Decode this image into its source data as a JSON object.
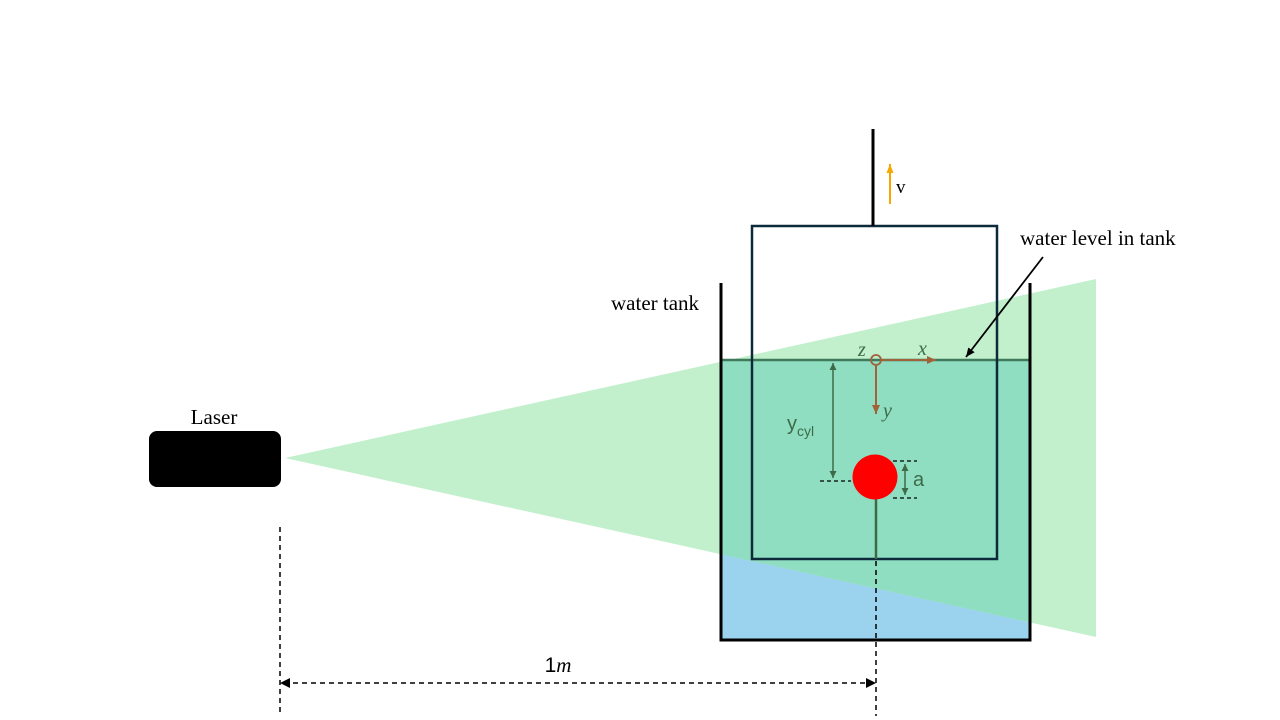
{
  "labels": {
    "laser": "Laser",
    "water_tank": "water tank",
    "water_level": "water level in tank",
    "velocity": "v",
    "axis_x": "x",
    "axis_y": "y",
    "axis_z": "z",
    "y_cyl_main": "y",
    "y_cyl_sub": "cyl",
    "radius": "a",
    "distance_num": "1",
    "distance_unit": "m"
  },
  "colors": {
    "laser_body": "#000000",
    "laser_sheet": "#c2f0cc",
    "water": "#9bd3ee",
    "overlap": "#90dec2",
    "cylinder": "#ff0000",
    "tank_wall": "#000000",
    "frame": "#0d2a3a",
    "water_surface": "#3f7a5a",
    "dimension": "#3d6b47",
    "axes": "#a0623a",
    "velocity_arrow": "#f5a800"
  }
}
